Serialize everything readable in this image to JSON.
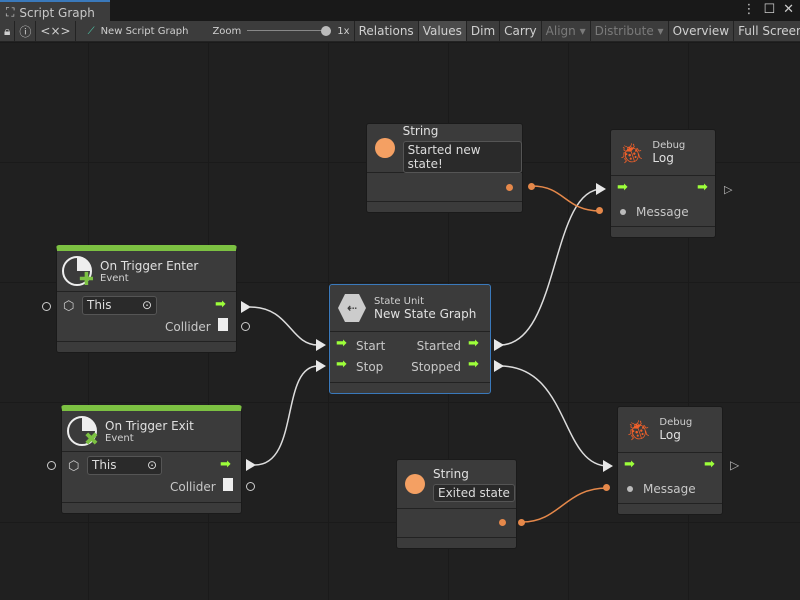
{
  "window": {
    "tab_title": "Script Graph",
    "menu_icon": "kebab-icon",
    "maximize_icon": "maximize-icon",
    "close_icon": "close-icon"
  },
  "toolbar": {
    "lock_icon": "lock-icon",
    "info_icon": "info-icon",
    "code_icon": "<×>",
    "graph_name": "New Script Graph",
    "zoom_label": "Zoom",
    "zoom_value": "1x",
    "zoom_level": 1.0,
    "buttons": [
      {
        "label": "Relations"
      },
      {
        "label": "Values",
        "active": true
      },
      {
        "label": "Dim"
      },
      {
        "label": "Carry"
      },
      {
        "label": "Align ▾",
        "disabled": true
      },
      {
        "label": "Distribute ▾",
        "disabled": true
      },
      {
        "label": "Overview"
      },
      {
        "label": "Full Screen"
      }
    ]
  },
  "colors": {
    "flow": "#9dff3a",
    "string": "#e5884a",
    "selected": "#3a79bb",
    "event": "#7cc142",
    "debug": "#f0602a"
  },
  "nodes": {
    "string1": {
      "title": "String",
      "value": "Started new state!"
    },
    "string2": {
      "title": "String",
      "value": "Exited state"
    },
    "log1": {
      "category": "Debug",
      "title": "Log",
      "port": "Message"
    },
    "log2": {
      "category": "Debug",
      "title": "Log",
      "port": "Message"
    },
    "enter": {
      "title": "On Trigger Enter",
      "subtitle": "Event",
      "target": "This",
      "output": "Collider"
    },
    "exit": {
      "title": "On Trigger Exit",
      "subtitle": "Event",
      "target": "This",
      "output": "Collider"
    },
    "state": {
      "category": "State Unit",
      "title": "New  State  Graph",
      "in1": "Start",
      "in2": "Stop",
      "out1": "Started",
      "out2": "Stopped"
    }
  }
}
